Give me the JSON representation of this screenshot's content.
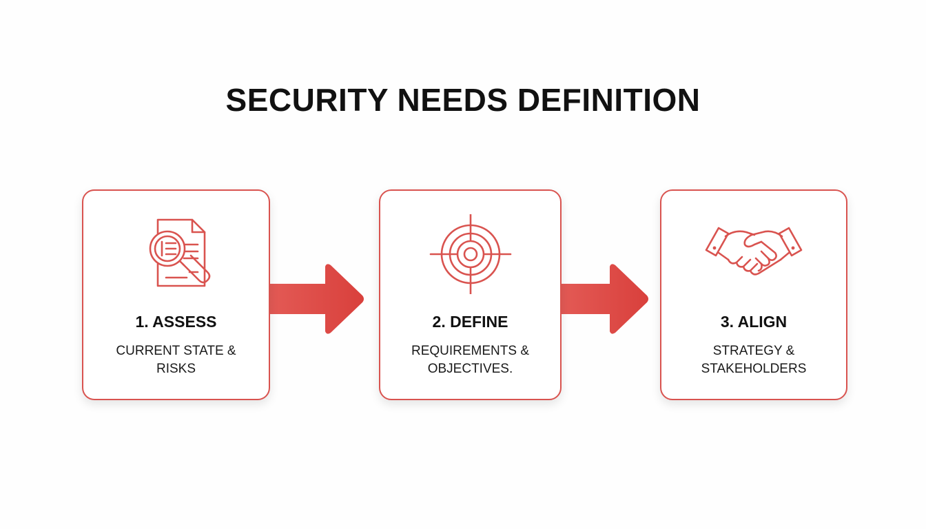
{
  "title": "SECURITY NEEDS DEFINITION",
  "accent_color": "#d9534f",
  "steps": [
    {
      "icon": "document-magnifier-icon",
      "title": "1. ASSESS",
      "desc_line1": "CURRENT STATE &",
      "desc_line2": "RISKS"
    },
    {
      "icon": "target-crosshair-icon",
      "title": "2. DEFINE",
      "desc_line1": "REQUIREMENTS &",
      "desc_line2": "OBJECTIVES."
    },
    {
      "icon": "handshake-icon",
      "title": "3. ALIGN",
      "desc_line1": "STRATEGY &",
      "desc_line2": "STAKEHOLDERS"
    }
  ]
}
